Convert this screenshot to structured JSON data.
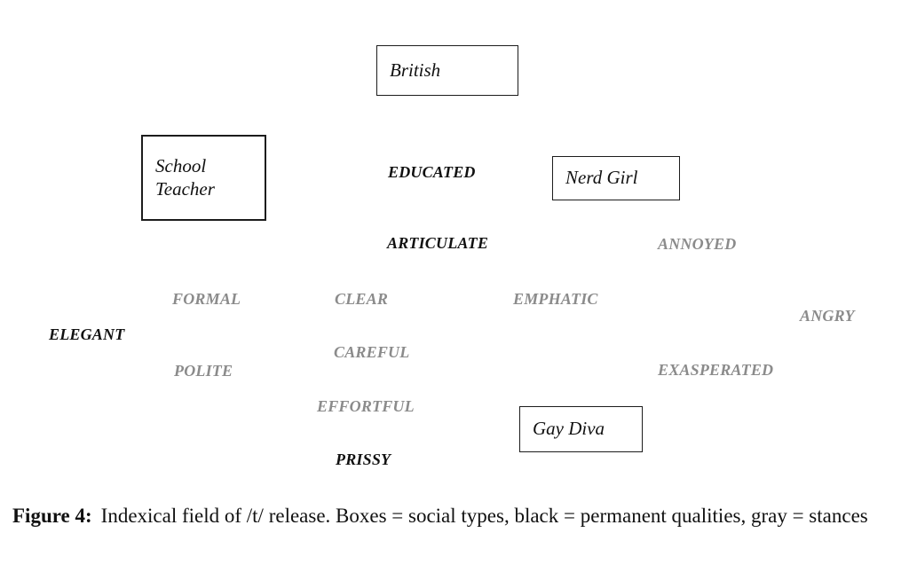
{
  "figure": {
    "caption": {
      "label": "Figure 4:",
      "text": "Indexical field of /t/ release. Boxes = social types, black = permanent qualities, gray = stances"
    }
  },
  "colors": {
    "quality_black": "#111111",
    "stance_gray": "#8b8b8b",
    "box_border": "#1c1c1c"
  },
  "social_types": [
    {
      "label": "British"
    },
    {
      "label": "School Teacher"
    },
    {
      "label": "Nerd Girl"
    },
    {
      "label": "Gay Diva"
    }
  ],
  "permanent_qualities": [
    {
      "label": "EDUCATED"
    },
    {
      "label": "ARTICULATE"
    },
    {
      "label": "ELEGANT"
    },
    {
      "label": "PRISSY"
    }
  ],
  "stances": [
    {
      "label": "ANNOYED"
    },
    {
      "label": "FORMAL"
    },
    {
      "label": "CLEAR"
    },
    {
      "label": "EMPHATIC"
    },
    {
      "label": "ANGRY"
    },
    {
      "label": "CAREFUL"
    },
    {
      "label": "POLITE"
    },
    {
      "label": "EXASPERATED"
    },
    {
      "label": "EFFORTFUL"
    }
  ]
}
